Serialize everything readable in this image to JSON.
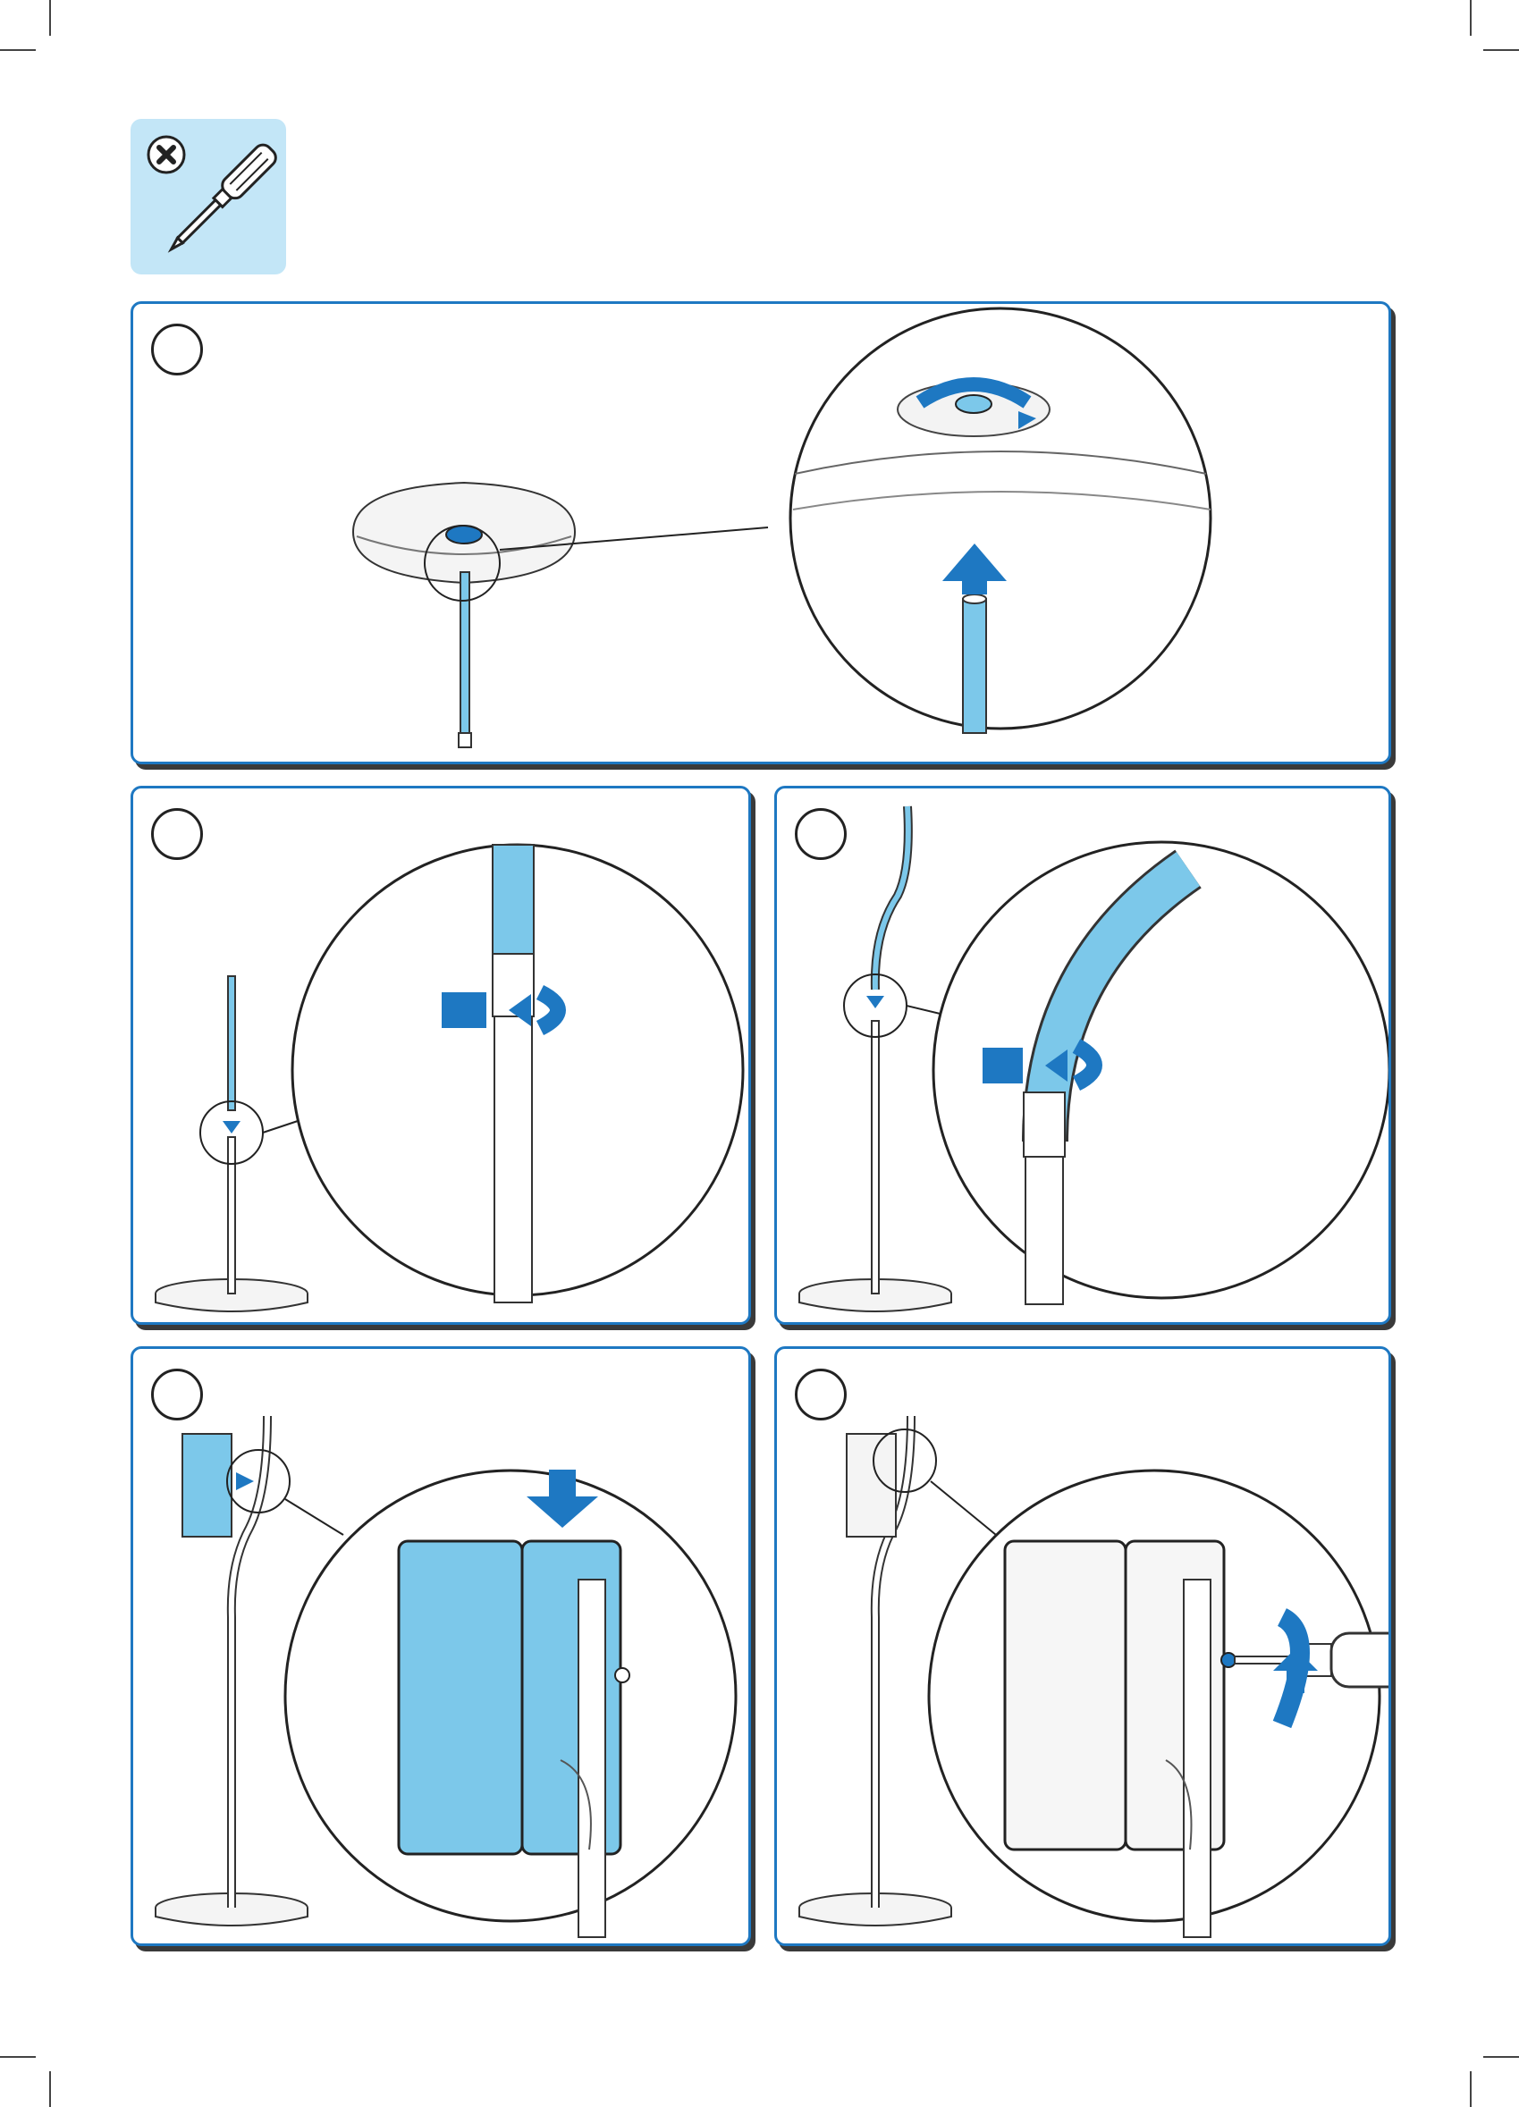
{
  "page": {
    "tool": {
      "icon": "screwdriver-icon",
      "badge": "phillips-x-icon"
    },
    "steps": [
      {
        "id": "1",
        "number": "",
        "icon": "base-column-upward-arrow-icon"
      },
      {
        "id": "2",
        "number": "",
        "icon": "tube-insert-rotate-icon"
      },
      {
        "id": "3",
        "number": "",
        "icon": "curved-tube-insert-rotate-icon"
      },
      {
        "id": "4",
        "number": "",
        "icon": "speaker-mount-down-arrow-icon"
      },
      {
        "id": "5",
        "number": "",
        "icon": "screw-tighten-screwdriver-icon"
      }
    ],
    "colors": {
      "accent": "#1e78c2",
      "fill": "#7cc8ea",
      "tool_bg": "#c3e6f7",
      "line": "#333333"
    }
  }
}
